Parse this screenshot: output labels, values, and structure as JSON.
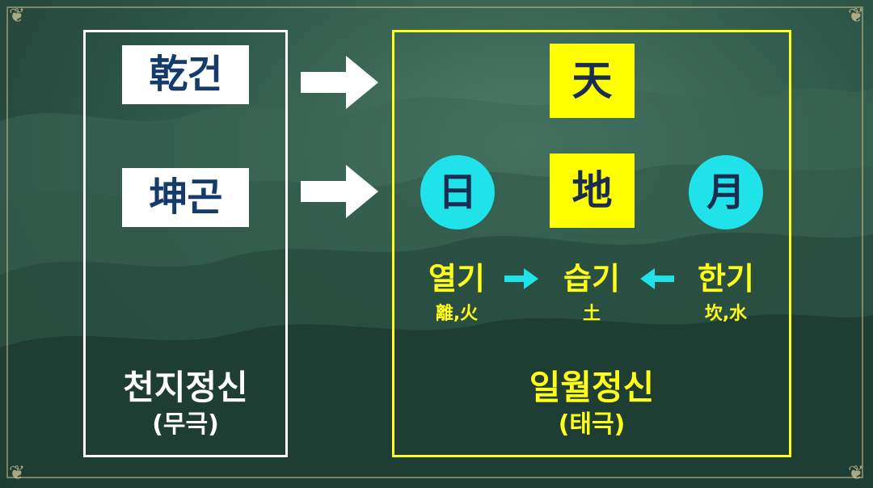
{
  "left_panel": {
    "labels": [
      "乾건",
      "坤곤"
    ],
    "caption_main": "천지정신",
    "caption_sub": "(무극)"
  },
  "right_panel": {
    "heaven": "天",
    "earth": "地",
    "sun": "日",
    "moon": "月",
    "qi": [
      {
        "label": "열기",
        "sub": "離,火"
      },
      {
        "label": "습기",
        "sub": "土"
      },
      {
        "label": "한기",
        "sub": "坎,水"
      }
    ],
    "caption_main": "일월정신",
    "caption_sub": "(태극)"
  },
  "colors": {
    "yellow": "#ffff00",
    "cyan": "#1fe3e8",
    "white": "#ffffff",
    "navy_text": "#143b6b"
  },
  "icons": {
    "flow_arrow": "right-arrow-icon",
    "qi_arrow_right": "small-right-arrow-icon",
    "qi_arrow_left": "small-left-arrow-icon",
    "corner": "ornament-icon"
  }
}
